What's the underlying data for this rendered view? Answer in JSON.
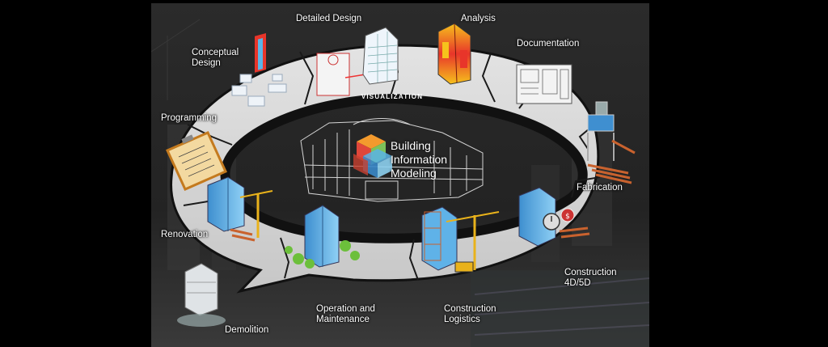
{
  "diagram": {
    "center": {
      "line1": "Building",
      "line2": "Information",
      "line3": "Modeling"
    },
    "ring_label": "VISUALIZATION",
    "stages": {
      "conceptual_design": {
        "line1": "Conceptual",
        "line2": "Design"
      },
      "detailed_design": "Detailed Design",
      "analysis": "Analysis",
      "documentation": "Documentation",
      "programming": "Programming",
      "fabrication": "Fabrication",
      "renovation": "Renovation",
      "construction_4d5d": {
        "line1": "Construction",
        "line2": "4D/5D"
      },
      "demolition": "Demolition",
      "operation_maintenance": {
        "line1": "Operation and",
        "line2": "Maintenance"
      },
      "construction_logistics": {
        "line1": "Construction",
        "line2": "Logistics"
      }
    },
    "colors": {
      "background": "#242424",
      "ring_fill": "#d8d8d8",
      "ring_edge": "#111111",
      "cube_orange": "#f39a2d",
      "cube_red": "#e0463a",
      "cube_blue": "#5ab4e6",
      "cube_green": "#7cc25a",
      "building_blue": "#5fb2e8",
      "heat_red": "#e8352a",
      "heat_yellow": "#f6c21c",
      "tree_green": "#6cbf3b",
      "crane_yellow": "#e9b21b",
      "brick": "#c9622e"
    }
  }
}
